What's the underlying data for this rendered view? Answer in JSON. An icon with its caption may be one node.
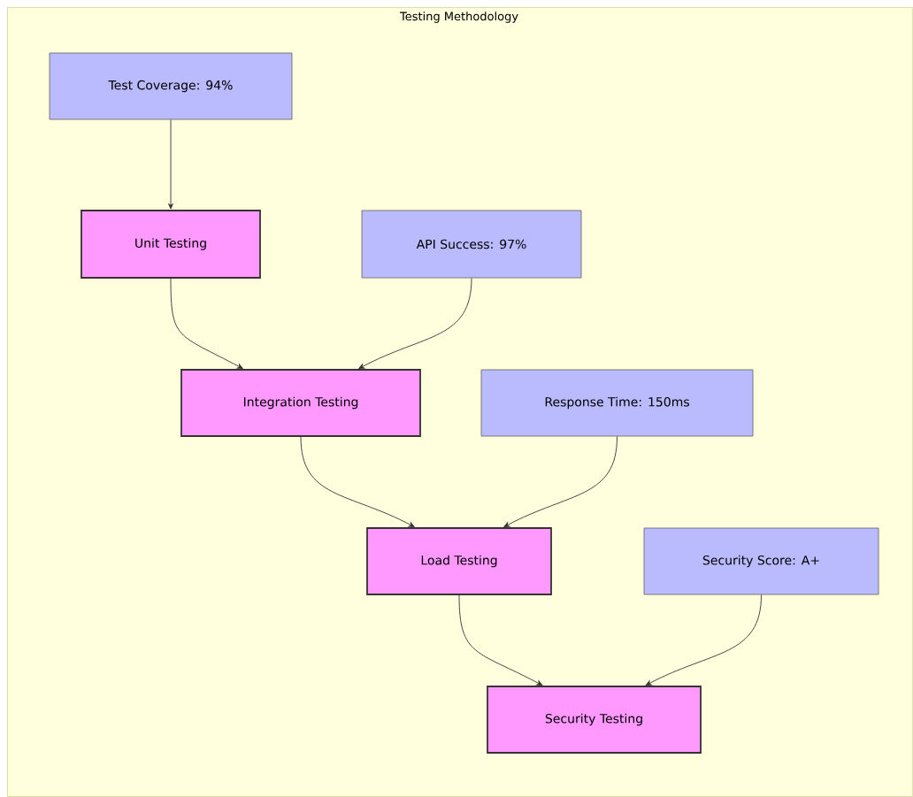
{
  "diagram": {
    "nodes": [
      {
        "text": [
          "Testing Methodology"
        ]
      },
      {
        "text": [
          "Test Coverage: 94%"
        ],
        "in": 0
      },
      {
        "text": [
          "Unit Testing"
        ],
        "in": 0
      },
      {
        "text": [
          "API Success: 97%"
        ],
        "in": 0
      },
      {
        "text": [
          "Integration Testing"
        ],
        "in": 0
      },
      {
        "text": [
          "Response Time: 150ms"
        ],
        "in": 0
      },
      {
        "text": [
          "Load Testing"
        ],
        "in": 0
      },
      {
        "text": [
          "Security Score: A+"
        ],
        "in": 0
      },
      {
        "text": [
          "Security Testing"
        ],
        "in": 0
      }
    ],
    "edges": [
      {
        "from": 1,
        "to": 2,
        "arrow": "to"
      },
      {
        "from": 2,
        "to": 4,
        "arrow": "to"
      },
      {
        "from": 3,
        "to": 4,
        "arrow": "to"
      },
      {
        "from": 4,
        "to": 6,
        "arrow": "to"
      },
      {
        "from": 5,
        "to": 6,
        "arrow": "to"
      },
      {
        "from": 6,
        "to": 8,
        "arrow": "to"
      },
      {
        "from": 7,
        "to": 8,
        "arrow": "to"
      }
    ]
  }
}
